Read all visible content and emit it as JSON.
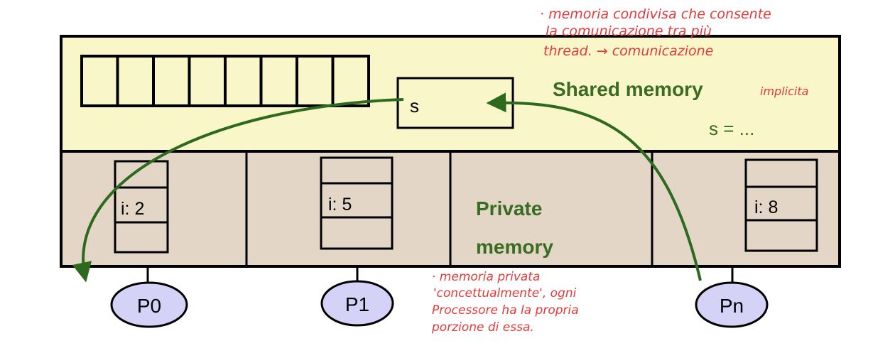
{
  "shared": {
    "label": "Shared memory",
    "variable": "s",
    "assignment": "s = ...",
    "fill": "#f9f7c9",
    "label_color": "#3a6b22"
  },
  "private": {
    "label_line1": "Private",
    "label_line2": "memory",
    "fill": "#e3d6c6",
    "label_color": "#3a6b22"
  },
  "cells": {
    "p0": "i: 2",
    "p1": "i: 5",
    "pn": "i: 8"
  },
  "processors": {
    "p0": "P0",
    "p1": "P1",
    "pn": "Pn",
    "fill": "#d4d2f7"
  },
  "arrow_color": "#2d6a1e",
  "notes": {
    "color": "#e23a3a",
    "top_line1": "· memoria condivisa che consente",
    "top_line2": "la comunicazione tra più",
    "top_line3": "thread. → comunicazione",
    "top_line4": "implicita",
    "bottom_line1": "· memoria privata",
    "bottom_line2": "'concettualmente', ogni",
    "bottom_line3": "Processore ha la propria",
    "bottom_line4": "porzione di essa."
  }
}
